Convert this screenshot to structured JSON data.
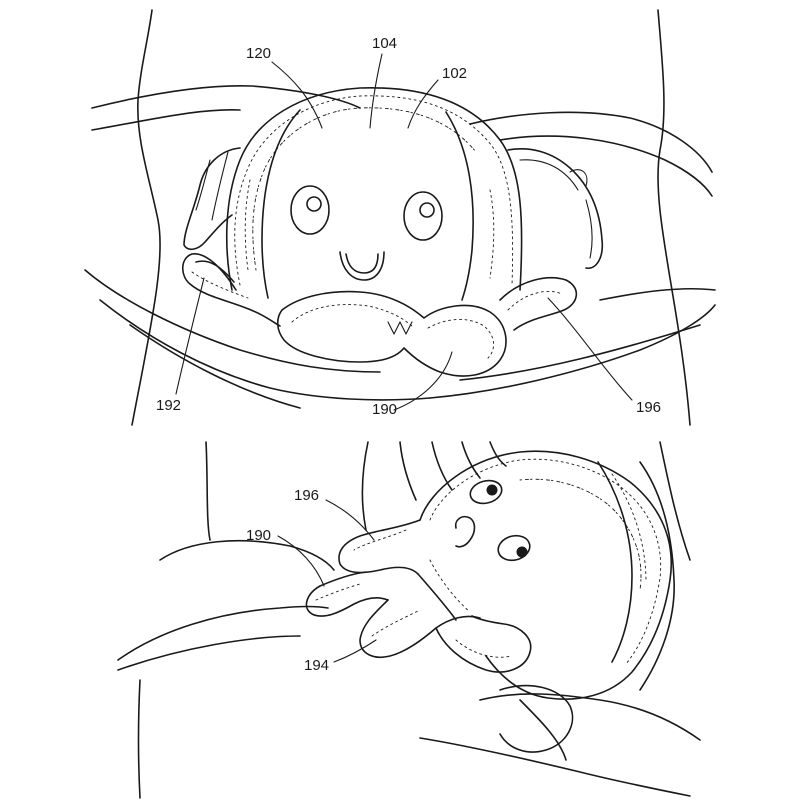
{
  "figure_top": {
    "labels": [
      "120",
      "104",
      "102",
      "192",
      "190",
      "196"
    ]
  },
  "figure_bottom": {
    "labels": [
      "196",
      "190",
      "194"
    ]
  }
}
